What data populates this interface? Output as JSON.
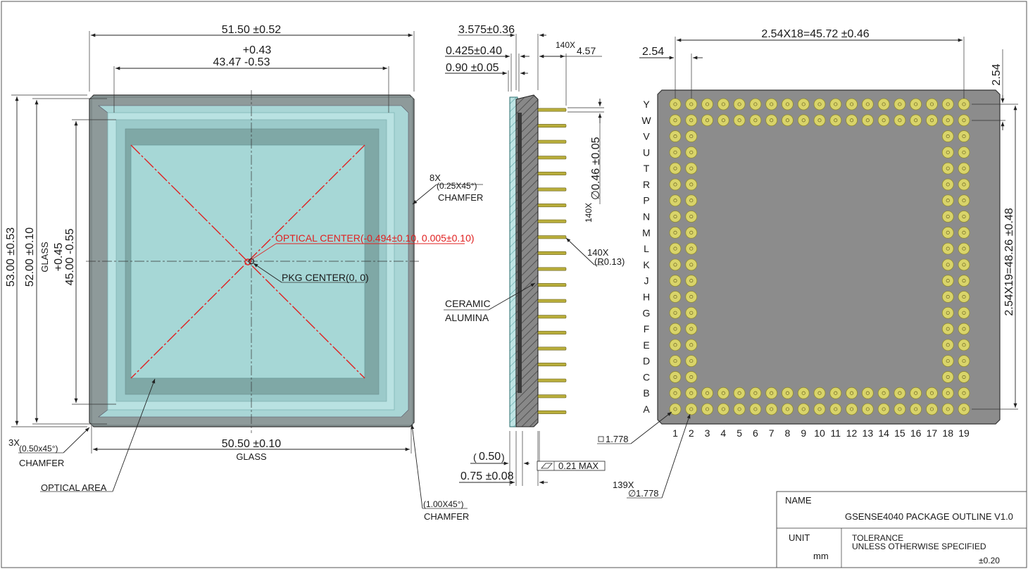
{
  "front_view": {
    "dim_width": "51.50 ±0.52",
    "dim_inner_tol": "+0.43",
    "dim_inner": "43.47 -0.53",
    "dim_height": "53.00 ±0.53",
    "dim_glass_height": "52.00 ±0.10",
    "glass_label_vertical": "GLASS",
    "dim_area_height": "45.00 -0.55",
    "dim_area_tol": "+0.45",
    "chamfer_small_count": "8X",
    "chamfer_small_size": "(0.25X45°)",
    "chamfer_small_label": "CHAMFER",
    "optical_center": "OPTICAL CENTER(-0.494±0.10, 0.005±0.10)",
    "pkg_center": "PKG CENTER(0, 0)",
    "chamfer_corner_count": "3X",
    "chamfer_corner_size": "(0.50x45°)",
    "chamfer_corner_label": "CHAMFER",
    "dim_glass_width": "50.50 ±0.10",
    "glass_label": "GLASS",
    "optical_area": "OPTICAL  AREA",
    "chamfer_big_size": "(1.00X45°)",
    "chamfer_big_label": "CHAMFER"
  },
  "side_view": {
    "dim_total": "3.575±0.36",
    "dim_glass_gap": "0.425±0.40",
    "dim_glass_thk": "0.90 ±0.05",
    "pin_count": "140X",
    "pin_length": "4.57",
    "pin_diameter_count": "140X",
    "pin_diameter": "0.46 ±0.05",
    "diameter_symbol": "∅",
    "pin_radius_count": "140X",
    "pin_radius": "(R0.13)",
    "material_1": "CERAMIC",
    "material_2": "ALUMINA",
    "dim_ref": "0.50",
    "dim_base": "0.75 ±0.08",
    "flatness": "0.21 MAX"
  },
  "bottom_view": {
    "dim_pitch_total": "2.54X18=45.72 ±0.46",
    "dim_pitch": "2.54",
    "dim_pitch_v": "2.54",
    "dim_pitch_total_v": "2.54X19=48.26 ±0.48",
    "row_labels": [
      "Y",
      "W",
      "V",
      "U",
      "T",
      "R",
      "P",
      "N",
      "M",
      "L",
      "K",
      "J",
      "H",
      "G",
      "F",
      "E",
      "D",
      "C",
      "B",
      "A"
    ],
    "col_labels": [
      "1",
      "2",
      "3",
      "4",
      "5",
      "6",
      "7",
      "8",
      "9",
      "10",
      "11",
      "12",
      "13",
      "14",
      "15",
      "16",
      "17",
      "18",
      "19"
    ],
    "pad_size": "1.778",
    "pad_count": "139X",
    "pad_diameter": "1.778",
    "diameter_symbol": "∅"
  },
  "title_block": {
    "name_label": "NAME",
    "name_value": "GSENSE4040 PACKAGE OUTLINE V1.0",
    "unit_label": "UNIT",
    "unit_value": "mm",
    "tolerance_line1": "TOLERANCE",
    "tolerance_line2": "UNLESS OTHERWISE SPECIFIED",
    "tolerance_value": "±0.20"
  },
  "colors": {
    "package_body": "#8e9a9a",
    "glass": "#a9d6d6",
    "glass_inner": "#7fa8a6",
    "optical_area": "#9fd0cf",
    "optical_lines": "#e02020",
    "bottom_body": "#8c8c8c",
    "pad_fill": "#d9d46a",
    "pin_fill": "#b8ad3a",
    "ceramic": "#7a7a7a"
  }
}
